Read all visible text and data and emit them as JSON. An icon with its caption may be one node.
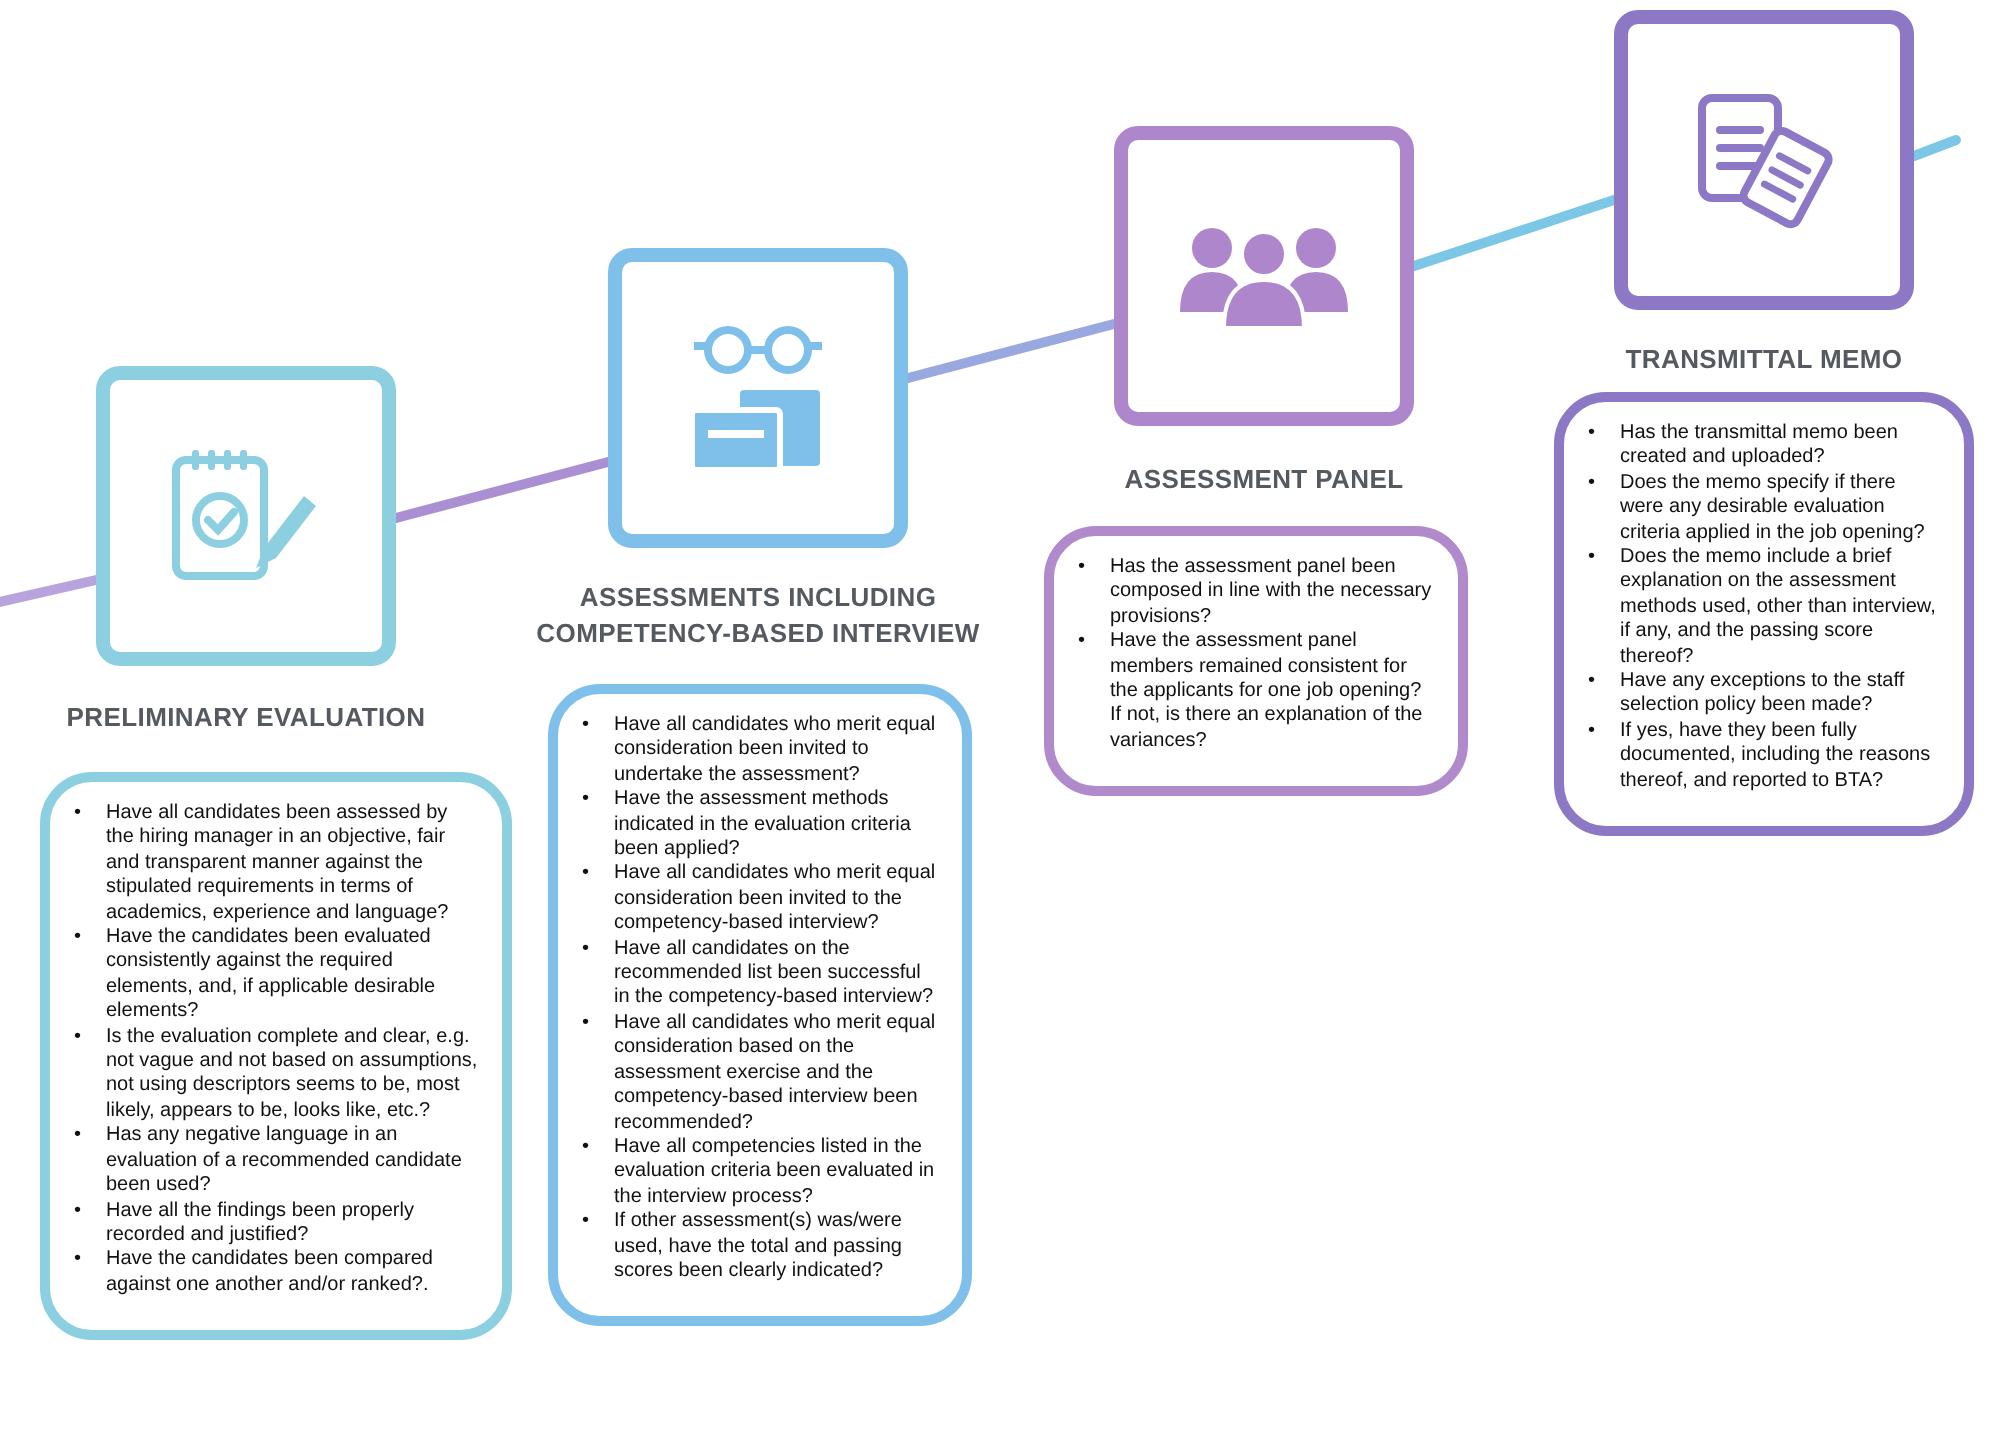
{
  "diagram": {
    "nodes": [
      {
        "text": [
          "PRELIMINARY EVALUATION"
        ]
      },
      {
        "text": [
          "ASSESSMENTS INCLUDING COMPETENCY-BASED INTERVIEW"
        ]
      },
      {
        "text": [
          "ASSESSMENT PANEL"
        ]
      },
      {
        "text": [
          "TRANSMITTAL MEMO"
        ]
      },
      {
        "text": [
          "• Have all candidates been assessed by the hiring manager in an objective, fair and transparent manner against the stipulated requirements in terms of academics, experience and language?",
          "• Have the candidates been evaluated consistently against the required elements, and, if applicable desirable elements?",
          "• Is the evaluation complete and clear, e.g. not vague and not based on assumptions, not using descriptors seems to be, most likely, appears to be, looks like, etc.?",
          "• Has any negative language in an evaluation of a recommended candidate been used?",
          "• Have all the findings been properly recorded and justified?",
          "• Have the candidates been compared against one another and/or ranked?."
        ]
      },
      {
        "text": [
          "• Have all candidates who merit equal consideration been invited to undertake the assessment?",
          "• Have the assessment methods indicated in the evaluation criteria been applied?",
          "• Have all candidates who merit equal consideration been invited to the competency-based interview?",
          "• Have all candidates on the recommended list been successful in the competency-based interview?",
          "• Have all candidates who merit equal consideration based on the assessment exercise and the competency-based interview been recommended?",
          "• Have all competencies listed in the evaluation criteria been evaluated in the interview process?",
          "• If other assessment(s) was/were used, have the total and passing scores been clearly indicated?"
        ]
      },
      {
        "text": [
          "• Has the assessment panel been composed in line with the necessary provisions?",
          "• Have the assessment panel members remained consistent for the applicants for one job opening? If not, is there an explanation of the variances?"
        ]
      },
      {
        "text": [
          "• Has the transmittal memo been created and uploaded?",
          "• Does the memo specify if there were any desirable evaluation criteria applied in the job opening?",
          "• Does the memo include a brief explanation on the assessment methods used, other than interview, if any, and the passing score thereof?",
          "• Have any exceptions to the staff selection policy been made?",
          "• If yes, have they been fully documented, including the reasons thereof, and reported to BTA?"
        ]
      }
    ],
    "edges": [
      {
        "from": null,
        "to": 0,
        "arrow": "none",
        "color": "#b9a3dc"
      },
      {
        "from": 0,
        "to": 1,
        "arrow": "none",
        "color": "#ab8fd3"
      },
      {
        "from": 1,
        "to": 2,
        "arrow": "none",
        "color": "#9aa8e0"
      },
      {
        "from": 2,
        "to": 3,
        "arrow": "none"
      },
      {
        "from": 3,
        "to": null,
        "arrow": "none"
      }
    ]
  }
}
